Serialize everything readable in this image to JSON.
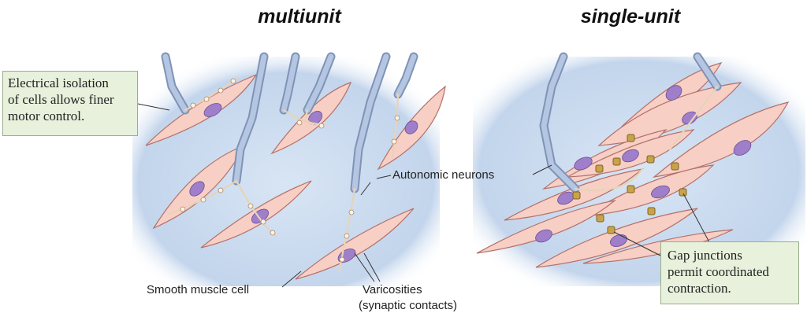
{
  "headings": {
    "left": "multiunit",
    "right": "single-unit"
  },
  "callouts": {
    "left": [
      "Electrical isolation",
      "of cells allows finer",
      "motor control."
    ],
    "right": [
      "Gap junctions",
      "permit coordinated",
      "contraction."
    ]
  },
  "labels": {
    "autonomic_neurons": "Autonomic neurons",
    "smooth_muscle_cell": "Smooth muscle cell",
    "varicosities": "Varicosities",
    "synaptic_contacts": "(synaptic contacts)"
  },
  "colors": {
    "panel_bg": "#c9d9ee",
    "muscle_cell": "#f7cfc4",
    "muscle_outline": "#b4706a",
    "nucleus": "#9f7fc9",
    "axon": "#9cb0cf",
    "gap_junction": "#c9a24a",
    "callout_bg": "#e7f1dc"
  }
}
